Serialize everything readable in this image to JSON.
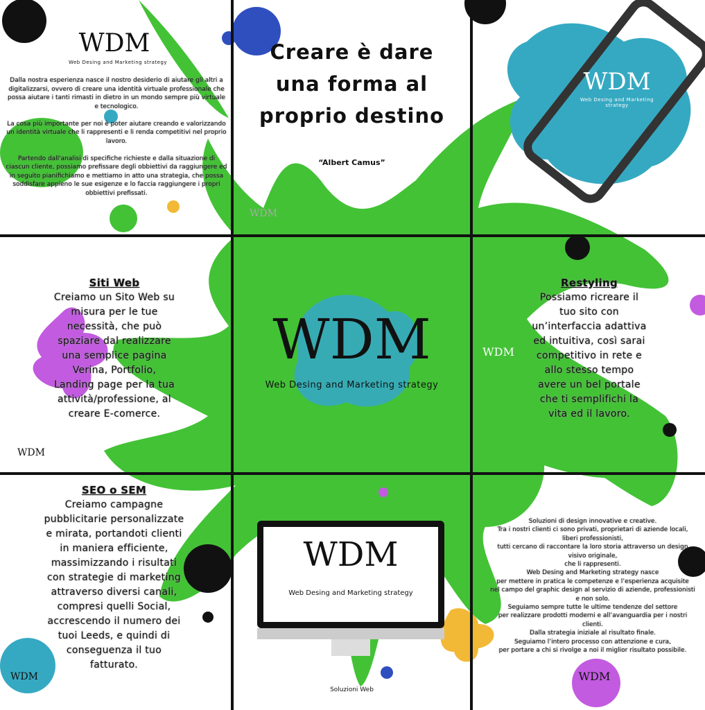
{
  "brand": {
    "logo": "WDM",
    "tagline": "Web Desing and Marketing strategy"
  },
  "tile_intro": {
    "paragraphs": [
      "Dalla nostra esperienza nasce il nostro desiderio di aiutare gli altri a digitalizzarsi, ovvero di creare una identità virtuale professionale che possa aiutare i tanti rimasti in dietro in un mondo sempre più virtuale e tecnologico.",
      "La cosa più importante per noi è poter aiutare creando e valorizzando un identità virtuale che li rappresenti e li renda competitivi nel proprio lavoro.",
      "Partendo dall'analisi di specifiche richieste e dalla situazione di ciascun cliente, possiamo prefissare degli obbiettivi da raggiungere ed in seguito pianifichiamo e mettiamo in atto una strategia, che possa soddisfare appieno le sue esigenze e lo faccia raggiungere i propri obbiettivi prefissati."
    ]
  },
  "tile_quote": {
    "quote": "Creare è dare una forma al proprio destino",
    "author": "“Albert Camus”"
  },
  "tile_web": {
    "title": "Siti Web",
    "body": "Creiamo un Sito Web su misura per le tue necessità, che può spaziare dal realizzare una semplice pagina Verina, Portfolio, Landing page per la tua attività/professione, al creare E-comerce."
  },
  "tile_restyling": {
    "title": "Restyling",
    "body": "Possiamo ricreare il tuo sito con un’interfaccia adattiva ed intuitiva, così sarai competitivo in rete e allo stesso tempo avere un bel portale che ti semplifichi la vita ed il lavoro."
  },
  "tile_seo": {
    "title": "SEO o SEM",
    "body": "Creiamo campagne pubblicitarie personalizzate e mirata, portandoti clienti in maniera efficiente, massimizzando i risultati con strategie di marketing attraverso diversi canali, compresi quelli Social, accrescendo il numero dei tuoi Leeds, e quindi di conseguenza il tuo fatturato."
  },
  "tile_monitor": {
    "caption": "Soluzioni Web"
  },
  "tile_about": {
    "lines": [
      "Soluzioni di design innovative e creative.",
      "Tra i nostri clienti ci sono privati, proprietari di aziende locali,",
      "liberi professionisti,",
      "tutti cercano di raccontare la loro storia attraverso un design",
      "visivo originale,",
      "che li rappresenti.",
      "Web Desing and Marketing strategy nasce",
      "per mettere in pratica le competenze e l’esperienza acquisite",
      "nel campo del graphic design al servizio di aziende, professionisti",
      "e non solo.",
      "Seguiamo sempre tutte le ultime tendenze del settore",
      "per realizzare prodotti moderni e all’avanguardia per i nostri",
      "clienti.",
      "Dalla strategia iniziale al risultato finale.",
      "Seguiamo l’intero processo con attenzione e cura,",
      "per portare a chi si rivolge a noi il miglior risultato possibile."
    ]
  },
  "colors": {
    "green": "#43c236",
    "blue": "#2f4fbf",
    "teal": "#36a9c2",
    "purple": "#c25be0",
    "yellow": "#f2b936",
    "black": "#111111"
  }
}
